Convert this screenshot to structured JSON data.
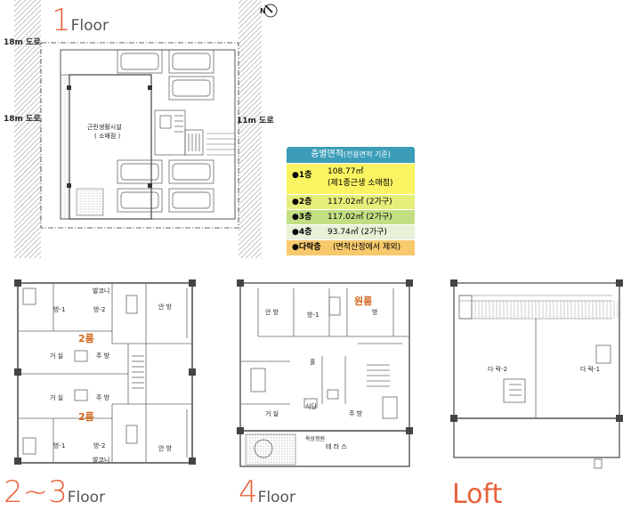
{
  "titles": {
    "floor1_num": "1",
    "floor1_txt": "Floor",
    "floor23_num": "2~3",
    "floor23_txt": "Floor",
    "floor4_num": "4",
    "floor4_txt": "Floor",
    "loft": "Loft"
  },
  "roads": {
    "top_left": "18m 도로",
    "left": "18m 도로",
    "right": "11m 도로"
  },
  "floor1": {
    "store_name": "근린생활시설",
    "store_sub": "( 소매점 )"
  },
  "area_table": {
    "title": "층별면적",
    "title_sub": "(전용면적 기준)",
    "rows": [
      {
        "floor": "●1층",
        "value": "108.77㎡",
        "note": "(제1종근생 소매점)",
        "color": "#fbf462"
      },
      {
        "floor": "●2층",
        "value": "117.02㎡ (2가구)",
        "note": "",
        "color": "#e6ee7a"
      },
      {
        "floor": "●3층",
        "value": "117.02㎡ (2가구)",
        "note": "",
        "color": "#c3df84"
      },
      {
        "floor": "●4층",
        "value": "93.74㎡ (2가구)",
        "note": "",
        "color": "#e8f1d8"
      },
      {
        "floor": "●다락층",
        "value": "(면적산정에서 제외)",
        "note": "",
        "color": "#f7c96c"
      }
    ]
  },
  "floor23": {
    "room1": "방-1",
    "room2": "방-2",
    "master": "안 방",
    "living": "거 실",
    "kitchen": "주 방",
    "room1b": "방-1",
    "room2b": "방-2",
    "masterb": "안 방",
    "livingb": "거 실",
    "kitchenb": "주 방",
    "tworoom_a": "2룸",
    "tworoom_b": "2룸",
    "balcony1": "발코니",
    "balcony2": "발코니"
  },
  "floor4": {
    "master": "안 방",
    "room1": "방-1",
    "oneroom": "원룸",
    "oneroom_bang": "방",
    "hall": "홀",
    "living": "거 실",
    "dining": "식당",
    "kitchen": "주 방",
    "terrace": "테 라 스",
    "garden": "옥상정원"
  },
  "loft": {
    "attic2": "다 락-2",
    "attic1": "다 락-1"
  },
  "colors": {
    "accent": "#e8613a",
    "table_head": "#3b9db8",
    "wall": "#555555",
    "road_hatch": "#999999"
  }
}
